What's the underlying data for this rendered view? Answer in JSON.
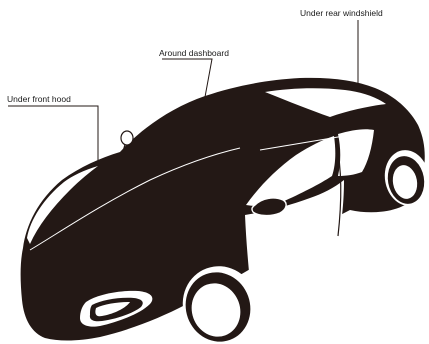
{
  "diagram": {
    "labels": {
      "rear_windshield": "Under rear windshield",
      "dashboard": "Around dashboard",
      "front_hood": "Under front hood"
    },
    "colors": {
      "body": "#231815",
      "line": "#231815",
      "background": "#ffffff"
    }
  }
}
